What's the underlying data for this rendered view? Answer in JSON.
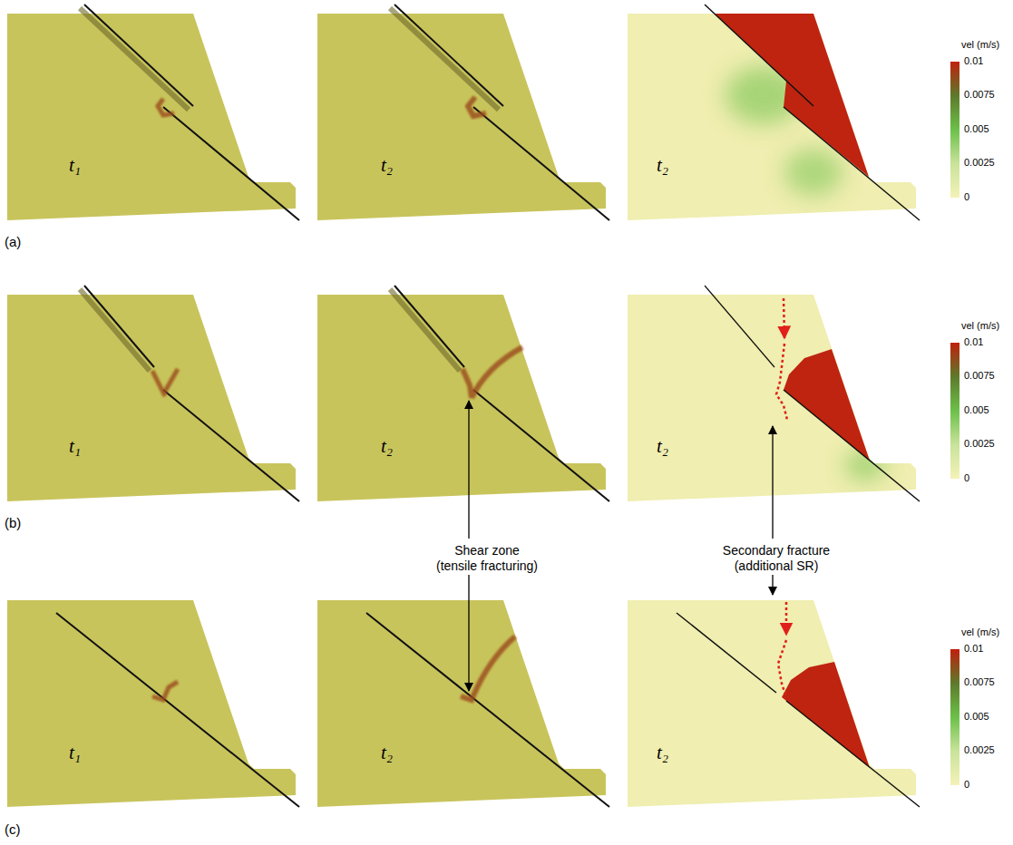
{
  "diagram": {
    "labels": [
      "t₁",
      "t₂",
      "t₂",
      "vel (m/s)",
      "0.01",
      "0.0075",
      "0.005",
      "0.0025",
      "0",
      "(a)",
      "t₁",
      "t₂",
      "t₂",
      "vel (m/s)",
      "0.01",
      "0.0075",
      "0.005",
      "0.0025",
      "0",
      "(b)",
      "Shear zone (tensile fracturing)",
      "Secondary fracture (additional SR)",
      "t₁",
      "t₂",
      "t₂",
      "vel (m/s)",
      "0.01",
      "0.0075",
      "0.005",
      "0.0025",
      "0",
      "(c)"
    ]
  }
}
